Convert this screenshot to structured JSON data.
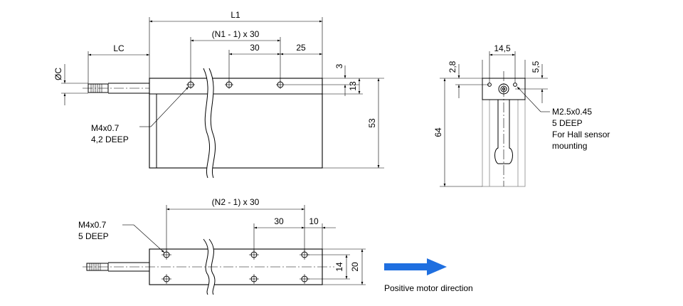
{
  "dimensions": {
    "L1": "L1",
    "N1_pitch": "(N1 - 1) x 30",
    "pitch_top": "30",
    "end_25": "25",
    "LC": "LC",
    "dia_C": "ØC",
    "dim_3": "3",
    "dim_13": "13",
    "dim_53": "53",
    "dim_14_5": "14,5",
    "dim_2_8": "2,8",
    "dim_5_5": "5,5",
    "dim_64": "64",
    "N2_pitch": "(N2 - 1) x 30",
    "pitch_bottom": "30",
    "end_10": "10",
    "dim_14": "14",
    "dim_20": "20"
  },
  "notes": {
    "top_thread_line1": "M4x0.7",
    "top_thread_line2": "4,2 DEEP",
    "hall_line1": "M2.5x0.45",
    "hall_line2": "5 DEEP",
    "hall_line3": "For Hall sensor",
    "hall_line4": "mounting",
    "bottom_thread_line1": "M4x0.7",
    "bottom_thread_line2": "5 DEEP"
  },
  "direction": {
    "label": "Positive motor direction",
    "arrow_color": "#1f6fe0"
  }
}
